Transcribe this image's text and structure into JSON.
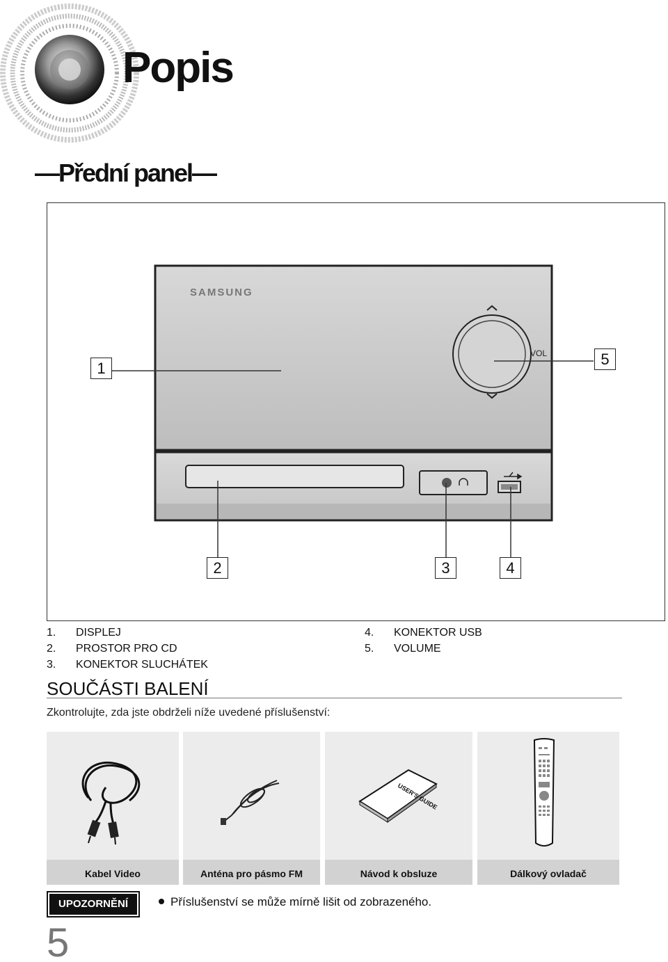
{
  "page_title": "Popis",
  "section_title": "—Přední panel—",
  "device": {
    "brand": "SAMSUNG",
    "vol_label": "VOL"
  },
  "callouts": [
    "1",
    "2",
    "3",
    "4",
    "5"
  ],
  "parts_left": [
    {
      "num": "1.",
      "label": "DISPLEJ"
    },
    {
      "num": "2.",
      "label": "PROSTOR PRO CD"
    },
    {
      "num": "3.",
      "label": "KONEKTOR SLUCHÁTEK"
    }
  ],
  "parts_right": [
    {
      "num": "4.",
      "label": "KONEKTOR USB"
    },
    {
      "num": "5.",
      "label": "VOLUME"
    }
  ],
  "package": {
    "title": "SOUČÁSTI BALENÍ",
    "intro": "Zkontrolujte, zda jste obdrželi níže uvedené příslušenství:",
    "items": [
      {
        "label": "Kabel Video"
      },
      {
        "label": "Anténa pro pásmo FM"
      },
      {
        "label": "Návod k obsluze",
        "manual_cover": "USER'S GUIDE"
      },
      {
        "label": "Dálkový ovladač"
      }
    ]
  },
  "caution": {
    "badge": "UPOZORNĚNÍ",
    "text": "Příslušenství se může mírně lišit od zobrazeného."
  },
  "page_number": "5"
}
